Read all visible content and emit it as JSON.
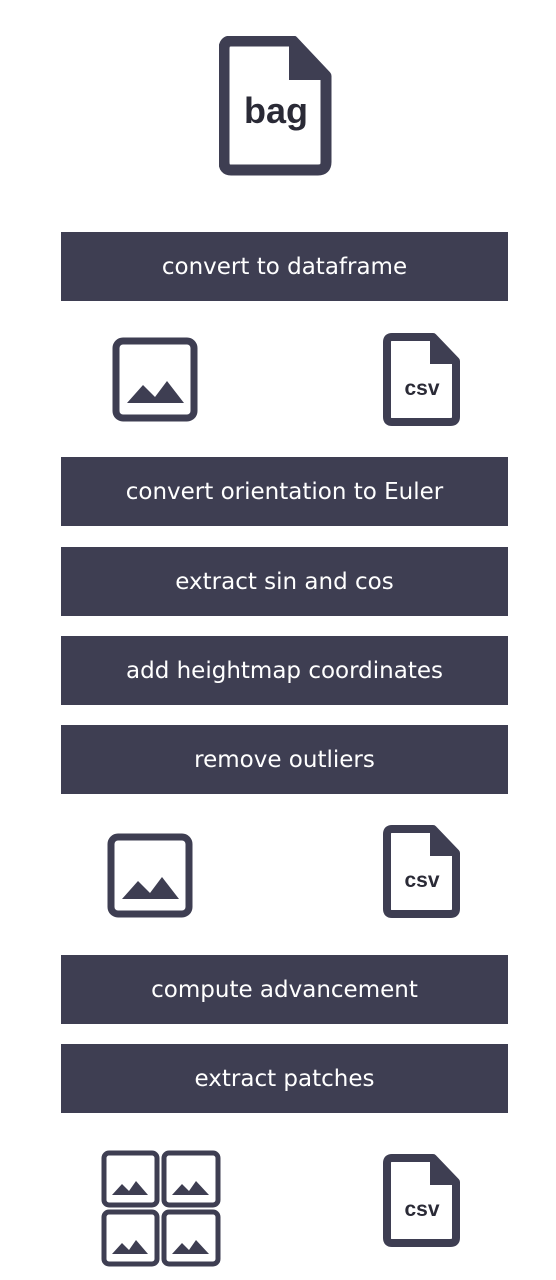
{
  "colors": {
    "fill": "#3e3e52",
    "background": "#ffffff"
  },
  "source": {
    "icon": "file-icon",
    "label": "bag"
  },
  "steps": [
    {
      "label": "convert to dataframe"
    },
    {
      "label": "convert orientation to Euler"
    },
    {
      "label": "extract sin and cos"
    },
    {
      "label": "add heightmap coordinates"
    },
    {
      "label": "remove outliers"
    },
    {
      "label": "compute advancement"
    },
    {
      "label": "extract patches"
    }
  ],
  "outputs": [
    {
      "image_icon": "image-icon",
      "file_icon": "csv-file-icon",
      "file_label": "csv"
    },
    {
      "image_icon": "image-icon",
      "file_icon": "csv-file-icon",
      "file_label": "csv"
    },
    {
      "image_icon": "image-grid-icon",
      "file_icon": "csv-file-icon",
      "file_label": "csv"
    }
  ]
}
